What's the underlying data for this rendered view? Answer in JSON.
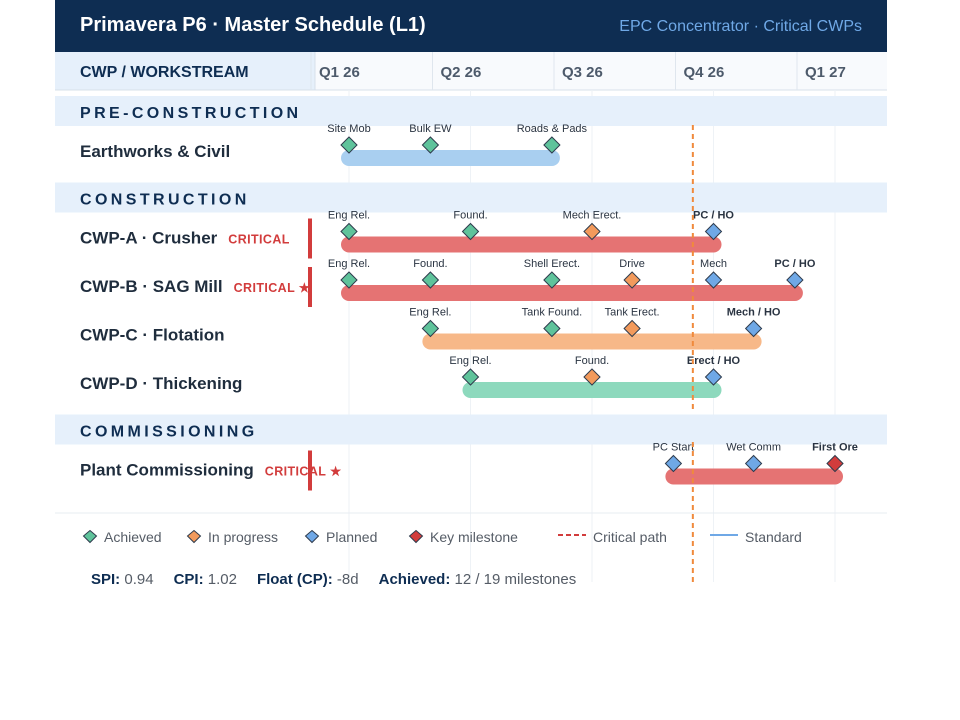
{
  "header": {
    "title": "Primavera P6 · Master Schedule (L1)",
    "subtitle": "EPC Concentrator · Critical CWPs"
  },
  "table_header": "CWP / WORKSTREAM",
  "chart_data": {
    "type": "gantt",
    "quarters": [
      "Q1 26",
      "Q2 26",
      "Q3 26",
      "Q4 26",
      "Q1 27"
    ],
    "critical_path_date": 2.83,
    "sections": [
      {
        "name": "PRE-CONSTRUCTION",
        "rows": [
          {
            "label": "Earthworks & Civil",
            "flag": "",
            "bar_type": "standard",
            "start": 0,
            "end": 1.67,
            "milestones": [
              {
                "label": "Site Mob",
                "t": 0,
                "status": "achieved"
              },
              {
                "label": "Bulk EW",
                "t": 0.67,
                "status": "achieved"
              },
              {
                "label": "Roads & Pads",
                "t": 1.67,
                "status": "achieved"
              }
            ]
          }
        ]
      },
      {
        "name": "CONSTRUCTION",
        "rows": [
          {
            "label": "CWP-A · Crusher",
            "flag": "CRITICAL",
            "bar_type": "critical",
            "start": 0,
            "end": 3,
            "milestones": [
              {
                "label": "Eng Rel.",
                "t": 0,
                "status": "achieved"
              },
              {
                "label": "Found.",
                "t": 1,
                "status": "achieved"
              },
              {
                "label": "Mech Erect.",
                "t": 2,
                "status": "in-progress"
              },
              {
                "label": "PC / HO",
                "t": 3,
                "status": "planned",
                "bold": true
              }
            ]
          },
          {
            "label": "CWP-B · SAG Mill",
            "flag": "CRITICAL ★",
            "bar_type": "critical",
            "start": 0,
            "end": 3.67,
            "milestones": [
              {
                "label": "Eng Rel.",
                "t": 0,
                "status": "achieved"
              },
              {
                "label": "Found.",
                "t": 0.67,
                "status": "achieved"
              },
              {
                "label": "Shell Erect.",
                "t": 1.67,
                "status": "achieved"
              },
              {
                "label": "Drive",
                "t": 2.33,
                "status": "in-progress"
              },
              {
                "label": "Mech",
                "t": 3,
                "status": "planned"
              },
              {
                "label": "PC / HO",
                "t": 3.67,
                "status": "planned",
                "bold": true
              }
            ]
          },
          {
            "label": "CWP-C · Flotation",
            "flag": "",
            "bar_type": "in-progress",
            "start": 0.67,
            "end": 3.33,
            "milestones": [
              {
                "label": "Eng Rel.",
                "t": 0.67,
                "status": "achieved"
              },
              {
                "label": "Tank Found.",
                "t": 1.67,
                "status": "achieved"
              },
              {
                "label": "Tank Erect.",
                "t": 2.33,
                "status": "in-progress"
              },
              {
                "label": "Mech / HO",
                "t": 3.33,
                "status": "planned",
                "bold": true
              }
            ]
          },
          {
            "label": "CWP-D · Thickening",
            "flag": "",
            "bar_type": "achieved",
            "start": 1,
            "end": 3,
            "milestones": [
              {
                "label": "Eng Rel.",
                "t": 1,
                "status": "achieved"
              },
              {
                "label": "Found.",
                "t": 2,
                "status": "in-progress"
              },
              {
                "label": "Erect / HO",
                "t": 3,
                "status": "planned",
                "bold": true
              }
            ]
          }
        ]
      },
      {
        "name": "COMMISSIONING",
        "rows": [
          {
            "label": "Plant Commissioning",
            "flag": "CRITICAL ★",
            "bar_type": "critical",
            "start": 2.67,
            "end": 4,
            "milestones": [
              {
                "label": "PC Start",
                "t": 2.67,
                "status": "planned"
              },
              {
                "label": "Wet Comm",
                "t": 3.33,
                "status": "planned"
              },
              {
                "label": "First Ore",
                "t": 4,
                "status": "key",
                "bold": true
              }
            ]
          }
        ]
      }
    ],
    "legend": [
      {
        "label": "Achieved",
        "kind": "diamond",
        "status": "achieved"
      },
      {
        "label": "In progress",
        "kind": "diamond",
        "status": "in-progress"
      },
      {
        "label": "Planned",
        "kind": "diamond",
        "status": "planned"
      },
      {
        "label": "Key milestone",
        "kind": "diamond",
        "status": "key"
      },
      {
        "label": "Critical path",
        "kind": "dashed-line",
        "status": "critical-path"
      },
      {
        "label": "Standard",
        "kind": "line",
        "status": "standard"
      }
    ]
  },
  "colors": {
    "header_bg": "#0e2d52",
    "subtitle": "#6fa8e6",
    "section_bg": "#e6f0fb",
    "achieved": "#5fc39b",
    "in-progress": "#f29a5c",
    "planned": "#6fa8e6",
    "key": "#d23c3c",
    "critical_bar": "#e57373",
    "standard_bar": "#a9cff0",
    "in-progress_bar": "#f7b888",
    "achieved_bar": "#8dd9bd",
    "critical_path": "#f08a3c",
    "critical_flag": "#d23c3c"
  },
  "metrics": [
    {
      "label": "SPI:",
      "value": "0.94"
    },
    {
      "label": "CPI:",
      "value": "1.02"
    },
    {
      "label": "Float (CP):",
      "value": "-8d"
    },
    {
      "label": "Achieved:",
      "value": "12 / 19 milestones"
    }
  ]
}
